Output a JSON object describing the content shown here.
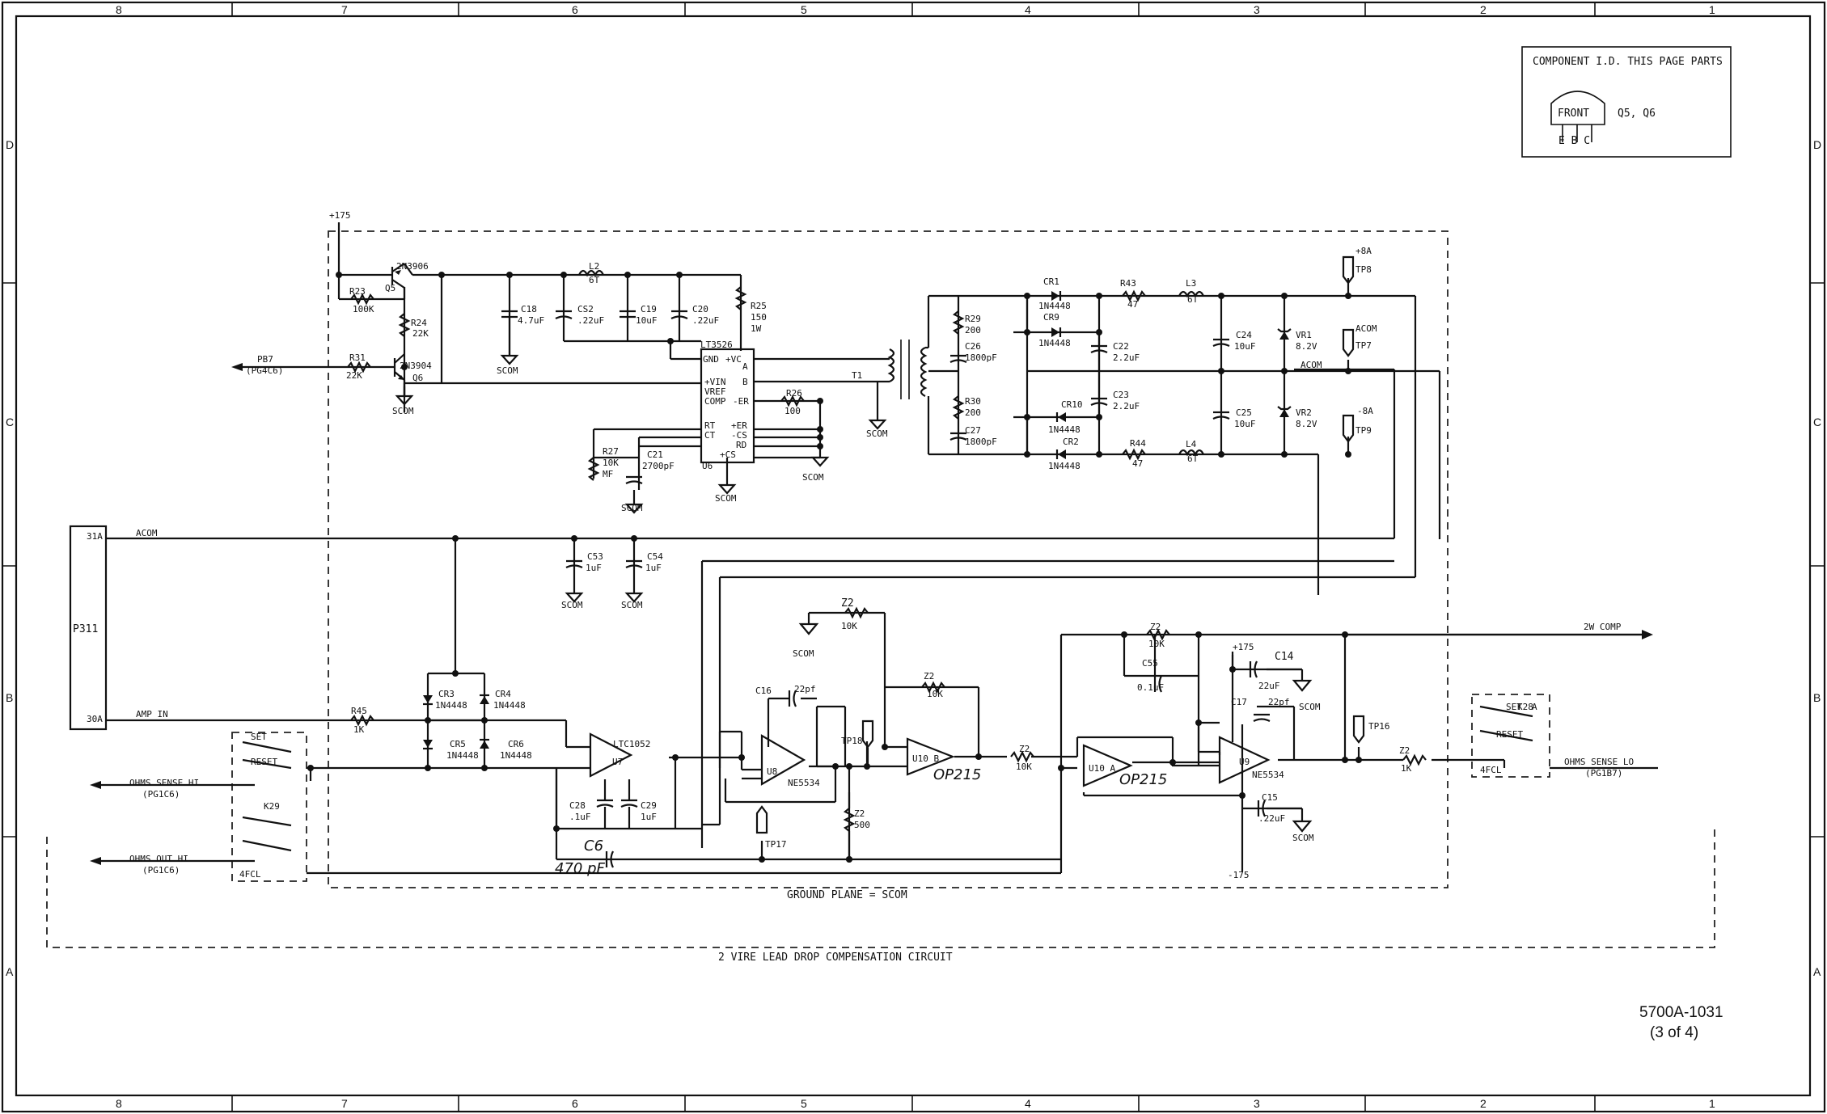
{
  "drawing": {
    "number": "5700A-1031",
    "sheet": "(3 of 4)",
    "caption": "2 VIRE LEAD DROP COMPENSATION CIRCUIT",
    "ground_plane": "GROUND PLANE = SCOM"
  },
  "grid": {
    "columns": [
      "8",
      "7",
      "6",
      "5",
      "4",
      "3",
      "2",
      "1"
    ],
    "rows": [
      "D",
      "C",
      "B",
      "A"
    ]
  },
  "component_id": {
    "title": "COMPONENT I.D. THIS PAGE PARTS",
    "package_label": "FRONT",
    "pins": "E B C",
    "parts": "Q5, Q6"
  },
  "connector": {
    "name": "P311",
    "pin_top": "31A",
    "pin_bottom": "30A"
  },
  "nets": {
    "acom": "ACOM",
    "amp_in": "AMP IN",
    "v_pos175": "+175",
    "v_neg175": "-175",
    "p_pos8a": "+8A",
    "p_neg8a": "-8A",
    "p_acom": "ACOM",
    "out_2w": "2W COMP",
    "pb7": "PB7",
    "pb7_ref": "(PG4C6)",
    "ohms_sense_hi": "OHMS SENSE HI",
    "ohms_sense_hi_ref": "(PG1C6)",
    "ohms_out_hi": "OHMS OUT HI",
    "ohms_out_hi_ref": "(PG1C6)",
    "ohms_sense_lo": "OHMS SENSE LO",
    "ohms_sense_lo_ref": "(PG1B7)",
    "scom": "SCOM"
  },
  "labels": {
    "q5": "2N3906",
    "q5_ref": "Q5",
    "q6": "2N3904",
    "q6_ref": "Q6",
    "r23": "R23",
    "r23_v": "100K",
    "r24": "R24",
    "r24_v": "22K",
    "r31": "R31",
    "r31_v": "22K",
    "l2": "L2",
    "l2_v": "6T",
    "c18": "C18",
    "c18_v": "4.7uF",
    "cs2": "CS2",
    "cs2_v": ".22uF",
    "c19": "C19",
    "c19_v": "10uF",
    "c20": "C20",
    "c20_v": ".22uF",
    "r25": "R25",
    "r25_v": "150",
    "r25_p": "1W",
    "u6": "LT3526",
    "u6_ref": "U6",
    "u6_p1": "GND",
    "u6_p2": "+VC",
    "u6_p3": "+VIN",
    "u6_p4": "VREF",
    "u6_p5": "COMP",
    "u6_p6": "RT",
    "u6_p7": "CT",
    "u6_p8": "A",
    "u6_p9": "B",
    "u6_p10": "-ER",
    "u6_p11": "+ER",
    "u6_p12": "-CS",
    "u6_p13": "RD",
    "u6_p14": "+CS",
    "r26": "R26",
    "r26_v": "100",
    "r27": "R27",
    "r27_v": "10K",
    "r27_p": "MF",
    "c21": "C21",
    "c21_v": "2700pF",
    "t1": "T1",
    "r29": "R29",
    "r29_v": "200",
    "c26": "C26",
    "c26_v": "1800pF",
    "r30": "R30",
    "r30_v": "200",
    "c27": "C27",
    "c27_v": "1800pF",
    "cr1": "CR1",
    "cr9": "CR9",
    "cr10": "CR10",
    "cr2": "CR2",
    "d1n4448": "1N4448",
    "r43": "R43",
    "r43_v": "47",
    "r44": "R44",
    "r44_v": "47",
    "l3": "L3",
    "l3_v": "6T",
    "l4": "L4",
    "l4_v": "6T",
    "c22": "C22",
    "c22_v": "2.2uF",
    "c23": "C23",
    "c23_v": "2.2uF",
    "c24": "C24",
    "c24_v": "10uF",
    "c25": "C25",
    "c25_v": "10uF",
    "vr1": "VR1",
    "vr1_v": "8.2V",
    "vr2": "VR2",
    "vr2_v": "8.2V",
    "tp8": "TP8",
    "tp7": "TP7",
    "tp9": "TP9",
    "c53": "C53",
    "c53_v": "1uF",
    "c54": "C54",
    "c54_v": "1uF",
    "cr3": "CR3",
    "cr4": "CR4",
    "cr5": "CR5",
    "cr6": "CR6",
    "r45": "R45",
    "r45_v": "1K",
    "u7": "U7",
    "u7_part": "LTC1052",
    "c28": "C28",
    "c28_v": ".1uF",
    "c29": "C29",
    "c29_v": "1uF",
    "c6": "C6",
    "c6_v": "470 pF",
    "c16": "C16",
    "c16_v": "22pf",
    "u8": "U8",
    "u8_part": "NE5534",
    "z2": "Z2",
    "z2_10k": "10K",
    "z2_500": "500",
    "z2_1k": "1K",
    "u10b": "U10 B",
    "u10a": "U10 A",
    "op215": "OP215",
    "c55": "C55",
    "c55_v": "0.1uF",
    "c14": "C14",
    "c14_v": "22uF",
    "c17": "C17",
    "c17_v": "22pf",
    "c15": "C15",
    "c15_v": ".22uF",
    "u9": "U9",
    "u9_part": "NE5534",
    "tp16": "TP16",
    "tp17": "TP17",
    "tp18": "TP18",
    "k29": "K29",
    "k28": "K28",
    "k28_a": "A",
    "set": "SET",
    "reset": "RESET",
    "fcl": "4FCL"
  }
}
